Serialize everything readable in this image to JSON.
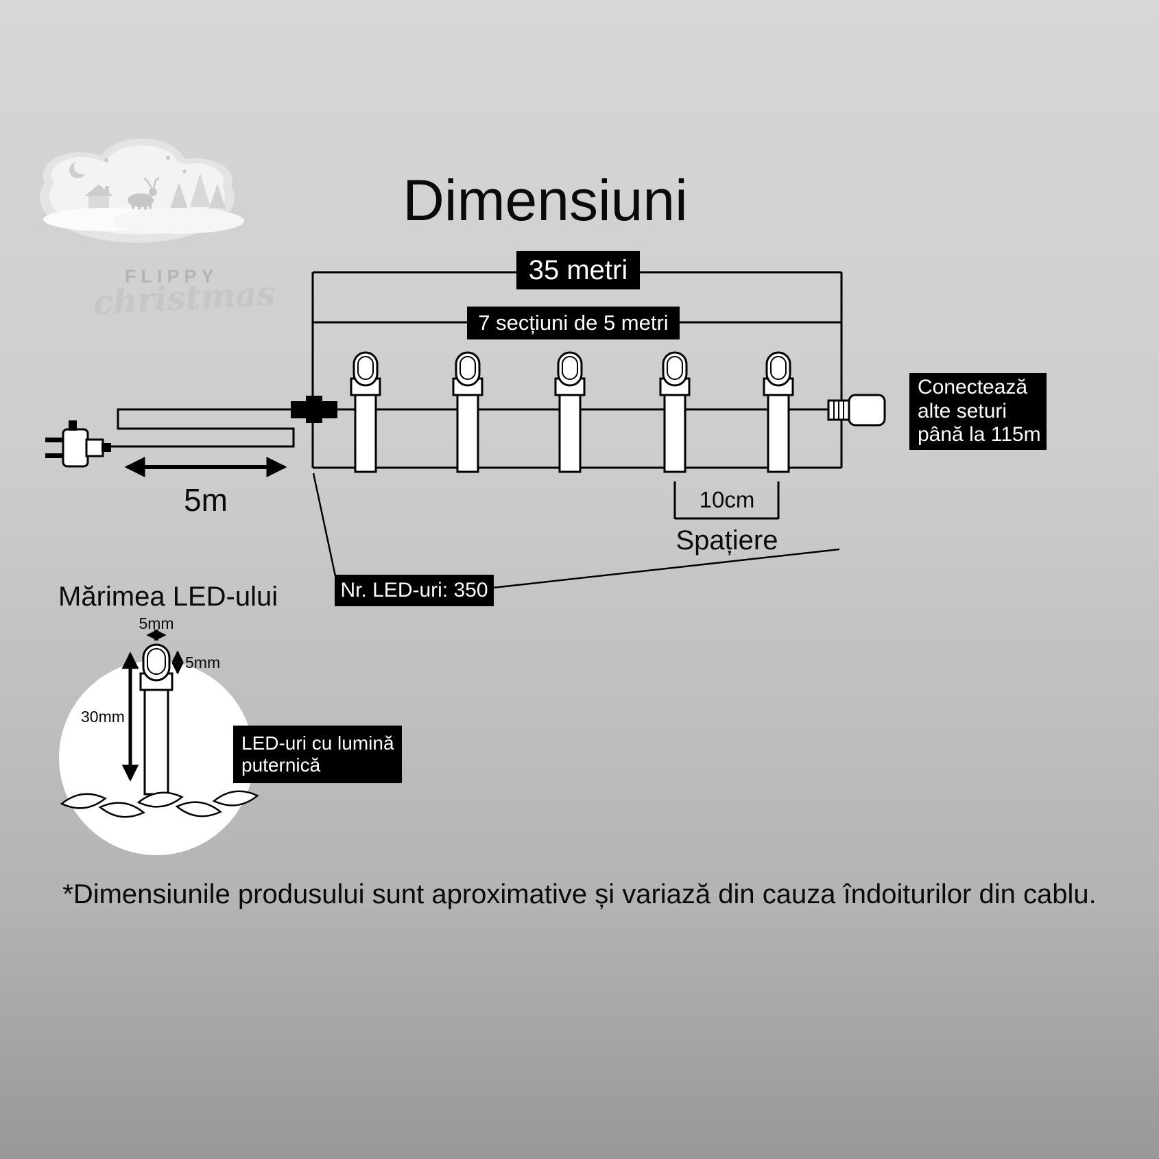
{
  "title": "Dimensiuni",
  "logo": {
    "brand": "FLIPPY",
    "script": "christmas"
  },
  "measurements": {
    "total_length": "35 metri",
    "sections": "7 secțiuni de 5 metri",
    "lead_length": "5m",
    "spacing_value": "10cm",
    "spacing_label": "Spațiere",
    "led_count": "Nr. LED-uri: 350",
    "connect_note": {
      "lines": [
        "Conectează",
        "alte seturi",
        "până la 115m"
      ]
    }
  },
  "led_size": {
    "heading": "Mărimea LED-ului",
    "bulb_width": "5mm",
    "bulb_height": "5mm",
    "bulb_length": "30mm",
    "note": {
      "lines": [
        "LED-uri cu lumină",
        "puternică"
      ]
    }
  },
  "footer": "*Dimensiunile produsului sunt aproximative și variază din cauza îndoiturilor din cablu.",
  "colors": {
    "label_bg": "#000000",
    "label_text": "#ffffff",
    "line": "#000000"
  }
}
